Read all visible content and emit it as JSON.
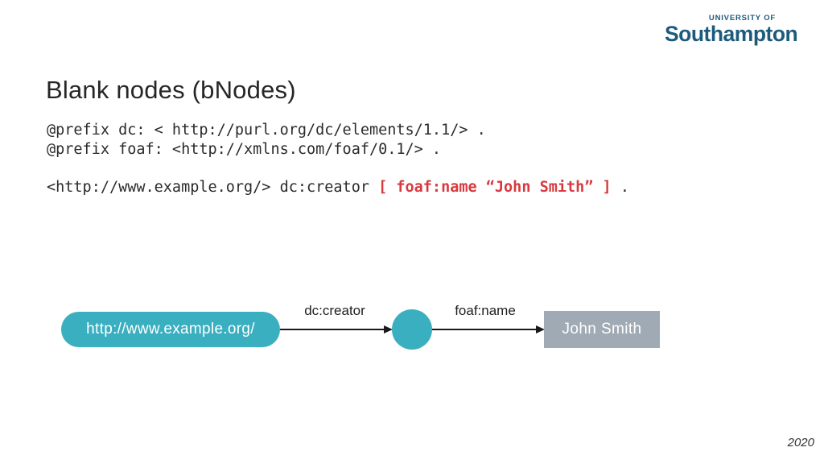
{
  "slide": {
    "title": "Blank nodes (bNodes)",
    "footer_year": "2020"
  },
  "logo": {
    "line1": "UNIVERSITY OF",
    "line2": "Southampton",
    "color": "#1d5b7c"
  },
  "code": {
    "line1": "@prefix dc: < http://purl.org/dc/elements/1.1/> .",
    "line2": "@prefix foaf: <http://xmlns.com/foaf/0.1/> .",
    "line3_pre": "<http://www.example.org/> dc:creator ",
    "line3_highlight": "[ foaf:name “John Smith” ]",
    "line3_post": " .",
    "highlight_color": "#d93a3f",
    "text_color": "#2b2b2b"
  },
  "diagram": {
    "subject_label": "http://www.example.org/",
    "predicate1_label": "dc:creator",
    "predicate2_label": "foaf:name",
    "object_label": "John Smith",
    "node_color": "#3aafc0",
    "literal_color": "#a0aab4",
    "arrow_color": "#1a1a1a"
  }
}
